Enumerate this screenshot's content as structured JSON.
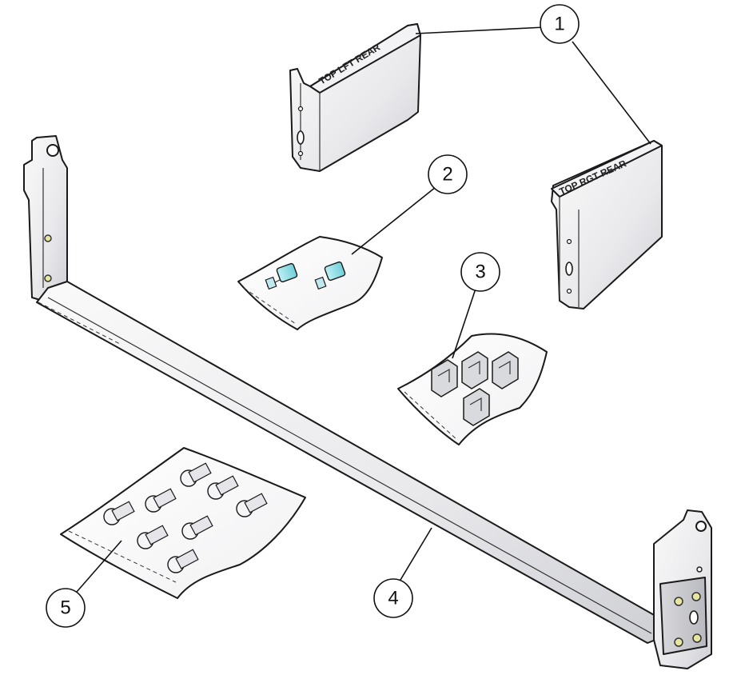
{
  "bracket_labels": {
    "left": "TOP LFT REAR",
    "right": "TOP RGT REAR"
  },
  "callouts": [
    {
      "id": "1",
      "label": "1"
    },
    {
      "id": "2",
      "label": "2"
    },
    {
      "id": "3",
      "label": "3"
    },
    {
      "id": "4",
      "label": "4"
    },
    {
      "id": "5",
      "label": "5"
    }
  ]
}
